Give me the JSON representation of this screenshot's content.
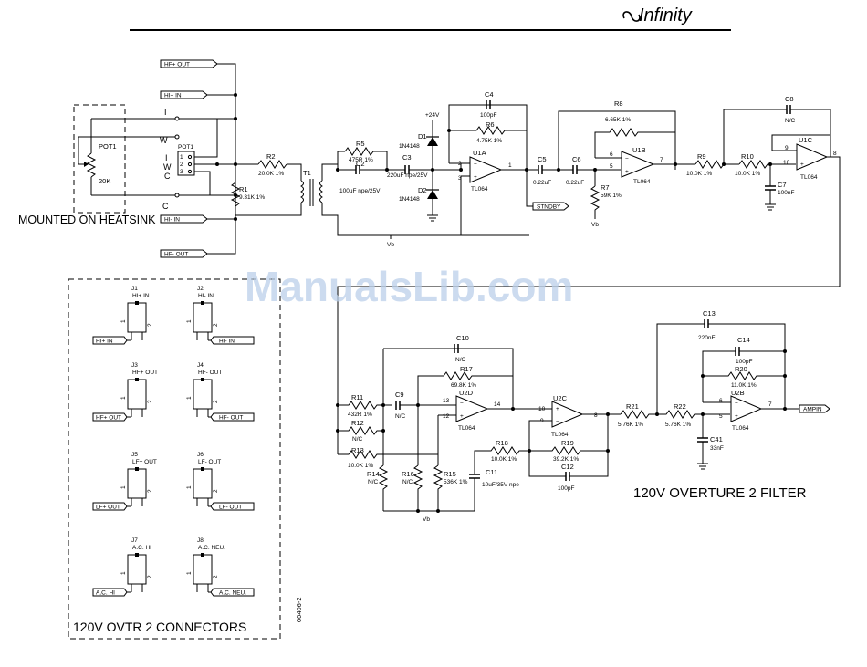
{
  "brand": {
    "logo_text": "Infinity"
  },
  "watermark": "ManualsLib.com",
  "doc_number": "00406-2",
  "section_titles": {
    "connectors": "120V OVTR 2 CONNECTORS",
    "filter": "120V OVERTURE 2 FILTER",
    "heatsink": "MOUNTED ON HEATSINK"
  },
  "ports": {
    "hf_pos_out": "HF+ OUT",
    "hf_pos_in": "HI+ IN",
    "hf_neg_in": "HI- IN",
    "hf_neg_out": "HF- OUT",
    "stndby": "STNDBY",
    "ampin": "AMPIN"
  },
  "pot": {
    "name": "POT1",
    "value": "20K",
    "block": "POT1",
    "pins": [
      "1",
      "2",
      "3"
    ],
    "labels_iwc": [
      "I",
      "W",
      "C"
    ],
    "wire_I": "I",
    "wire_W": "W",
    "wire_C": "C"
  },
  "supply": {
    "plus24": "+24V",
    "vb": "Vb"
  },
  "parts": {
    "R1": [
      "R1",
      "9.31K 1%"
    ],
    "R2": [
      "R2",
      "20.0K 1%"
    ],
    "T1": [
      "T1"
    ],
    "R5": [
      "R5",
      "475R 1%"
    ],
    "C2": [
      "C2",
      "100uF npe/25V"
    ],
    "C3": [
      "C3",
      "220uF npe/25V"
    ],
    "D1": [
      "D1",
      "1N4148"
    ],
    "D2": [
      "D2",
      "1N4148"
    ],
    "C4": [
      "C4",
      "100pF"
    ],
    "R6": [
      "R6",
      "4.75K 1%"
    ],
    "U1A": [
      "U1A",
      "TL064"
    ],
    "C5": [
      "C5",
      "0.22uF"
    ],
    "C6": [
      "C6",
      "0.22uF"
    ],
    "R7": [
      "R7",
      "59K 1%"
    ],
    "R8": [
      "R8",
      "6.65K 1%"
    ],
    "U1B": [
      "U1B",
      "TL064"
    ],
    "R9": [
      "R9",
      "10.0K 1%"
    ],
    "R10": [
      "R10",
      "10.0K 1%"
    ],
    "C8": [
      "C8",
      "N/C"
    ],
    "U1C": [
      "U1C",
      "TL064"
    ],
    "C7": [
      "C7",
      "100nF"
    ],
    "R11": [
      "R11",
      "432R 1%"
    ],
    "R12": [
      "R12",
      "N/C"
    ],
    "R13": [
      "R13",
      "10.0K 1%"
    ],
    "R14": [
      "R14",
      "N/C"
    ],
    "R16": [
      "R16",
      "N/C"
    ],
    "R15": [
      "R15",
      "536K 1%"
    ],
    "C9": [
      "C9",
      "N/C"
    ],
    "C10": [
      "C10",
      "N/C"
    ],
    "R17": [
      "R17",
      "69.8K 1%"
    ],
    "U2D": [
      "U2D",
      "TL064"
    ],
    "C11": [
      "C11",
      "10uF/35V npe"
    ],
    "R18": [
      "R18",
      "10.0K 1%"
    ],
    "U2C": [
      "U2C",
      "TL064"
    ],
    "R19": [
      "R19",
      "39.2K 1%"
    ],
    "C12": [
      "C12",
      "100pF"
    ],
    "R21": [
      "R21",
      "5.76K 1%"
    ],
    "R22": [
      "R22",
      "5.76K 1%"
    ],
    "C41": [
      "C41",
      "33nF"
    ],
    "C13": [
      "C13",
      "220nF"
    ],
    "C14": [
      "C14",
      "100pF"
    ],
    "R20": [
      "R20",
      "11.0K 1%"
    ],
    "U2B": [
      "U2B",
      "TL064"
    ]
  },
  "opamp_pins": {
    "u1a": [
      "2",
      "3",
      "1"
    ],
    "u1b": [
      "6",
      "5",
      "7"
    ],
    "u1c": [
      "9",
      "10",
      "8"
    ],
    "u2d": [
      "13",
      "12",
      "14"
    ],
    "u2c": [
      "9",
      "10",
      "8"
    ],
    "u2b": [
      "6",
      "5",
      "7"
    ]
  },
  "connectors": [
    {
      "id": "J1",
      "name": "HI+ IN",
      "label": "HI+ IN",
      "pin1": "1",
      "pin2": "2"
    },
    {
      "id": "J2",
      "name": "HI- IN",
      "label": "HI- IN",
      "pin1": "1",
      "pin2": "2"
    },
    {
      "id": "J3",
      "name": "HF+ OUT",
      "label": "HF+ OUT",
      "pin1": "1",
      "pin2": "2"
    },
    {
      "id": "J4",
      "name": "HF- OUT",
      "label": "HF- OUT",
      "pin1": "1",
      "pin2": "2"
    },
    {
      "id": "J5",
      "name": "LF+ OUT",
      "label": "LF+ OUT",
      "pin1": "1",
      "pin2": "2"
    },
    {
      "id": "J6",
      "name": "LF- OUT",
      "label": "LF- OUT",
      "pin1": "1",
      "pin2": "2"
    },
    {
      "id": "J7",
      "name": "A.C. HI",
      "label": "A.C. HI",
      "pin1": "1",
      "pin2": "2"
    },
    {
      "id": "J8",
      "name": "A.C. NEU.",
      "label": "A.C. NEU.",
      "pin1": "1",
      "pin2": "2"
    }
  ]
}
